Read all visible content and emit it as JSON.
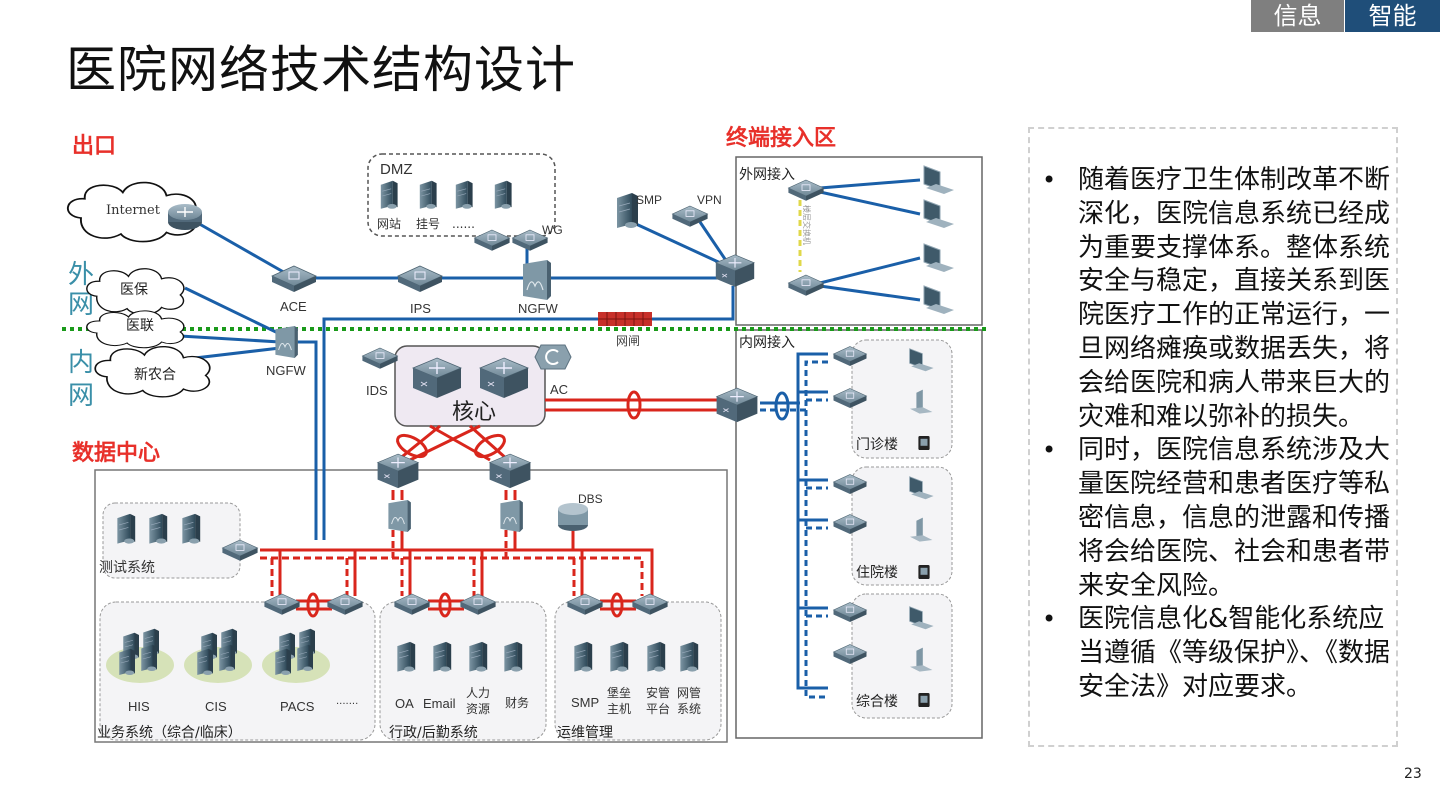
{
  "header": {
    "tag_left": "信息",
    "tag_right": "智能",
    "title": "医院网络技术结构设计"
  },
  "colors": {
    "tag_gray": "#7f7f7f",
    "tag_blue": "#1f4e79",
    "zone_red": "#e8302a",
    "zone_teal": "#3a8fa8",
    "link_blue": "#1a5fa8",
    "link_red": "#d9261c",
    "boundary_green": "#1a9a1a"
  },
  "diagram": {
    "zones": {
      "exit": "出口",
      "outer_net": "外网",
      "inner_net": "内网",
      "data_center": "数据中心",
      "terminal_access": "终端接入区"
    },
    "clouds": {
      "internet": "Internet",
      "yibao": "医保",
      "yilian": "医联",
      "xinnonghe": "新农合"
    },
    "devices": {
      "ace": "ACE",
      "ips": "IPS",
      "ngfw_outer": "NGFW",
      "ngfw_left": "NGFW",
      "wg": "WG",
      "smp_top": "SMP",
      "vpn": "VPN",
      "gatekeeper": "网闸",
      "ids": "IDS",
      "ac": "AC",
      "core": "核心",
      "dbs": "DBS"
    },
    "dmz": {
      "title": "DMZ",
      "items": [
        "网站",
        "挂号",
        "......"
      ]
    },
    "outer_access": {
      "title": "外网接入",
      "stack_label": "楼层交换机"
    },
    "inner_access": {
      "title": "内网接入",
      "buildings": [
        "门诊楼",
        "住院楼",
        "综合楼"
      ]
    },
    "test_system": {
      "title": "测试系统"
    },
    "business_system": {
      "title": "业务系统（综合/临床）",
      "items": [
        "HIS",
        "CIS",
        "PACS",
        "·······"
      ]
    },
    "admin_system": {
      "title": "行政/后勤系统",
      "items": [
        "OA",
        "Email",
        "人力\n资源",
        "财务"
      ],
      "item_hr_line1": "人力",
      "item_hr_line2": "资源"
    },
    "ops_system": {
      "title": "运维管理",
      "items": [
        "SMP",
        "堡垒\n主机",
        "安管\n平台",
        "网管\n系统"
      ],
      "bastion_l1": "堡垒",
      "bastion_l2": "主机",
      "secmgmt_l1": "安管",
      "secmgmt_l2": "平台",
      "netmgmt_l1": "网管",
      "netmgmt_l2": "系统"
    }
  },
  "bullets": [
    "随着医疗卫生体制改革不断深化，医院信息系统已经成为重要支撑体系。整体系统安全与稳定，直接关系到医院医疗工作的正常运行，一旦网络瘫痪或数据丢失，将会给医院和病人带来巨大的灾难和难以弥补的损失。",
    "同时，医院信息系统涉及大量医院经营和患者医疗等私密信息，信息的泄露和传播将会给医院、社会和患者带来安全风险。",
    "医院信息化&智能化系统应当遵循《等级保护》、《数据安全法》对应要求。"
  ],
  "page_number": "23"
}
